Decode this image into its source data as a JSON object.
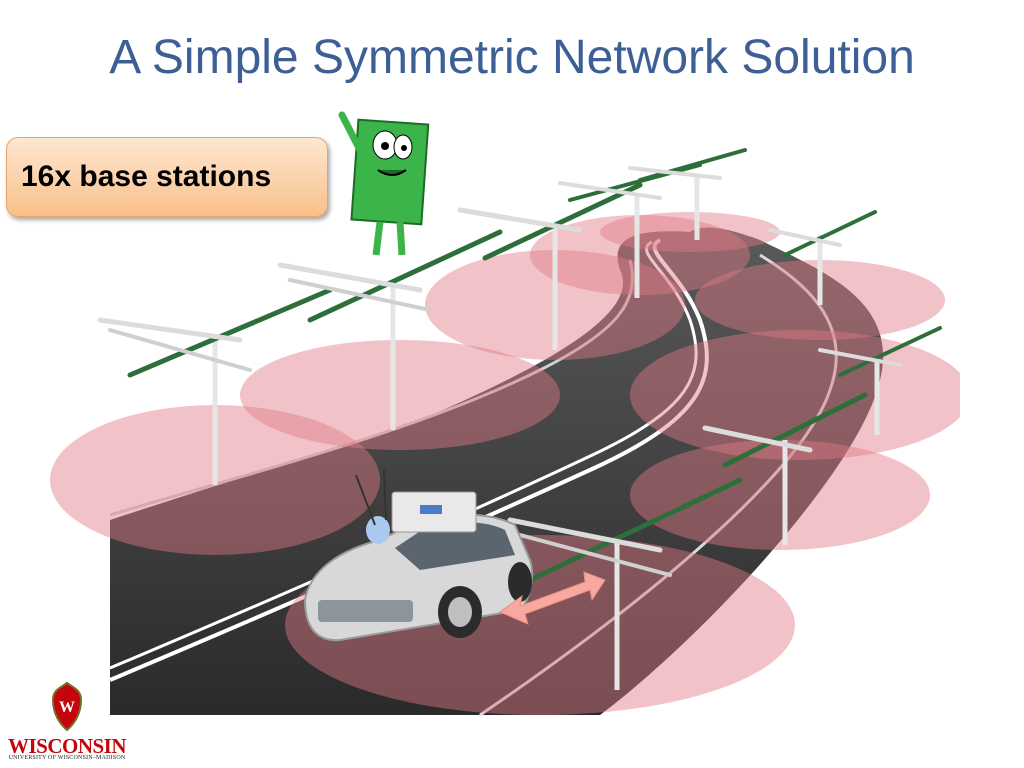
{
  "slide": {
    "title": "A Simple Symmetric Network Solution",
    "callout": "16x base stations"
  },
  "illustration": {
    "road_color": "#3a3a3a",
    "coverage_color": "#e07a84",
    "money_character_color": "#3bb54a",
    "arrow_color": "#f7a9a0",
    "car_color": "#d8d8d8"
  },
  "logo": {
    "wordmark": "WISCONSIN",
    "subtitle": "UNIVERSITY OF WISCONSIN–MADISON",
    "crest_letter": "W",
    "crest_color": "#c5050c"
  }
}
